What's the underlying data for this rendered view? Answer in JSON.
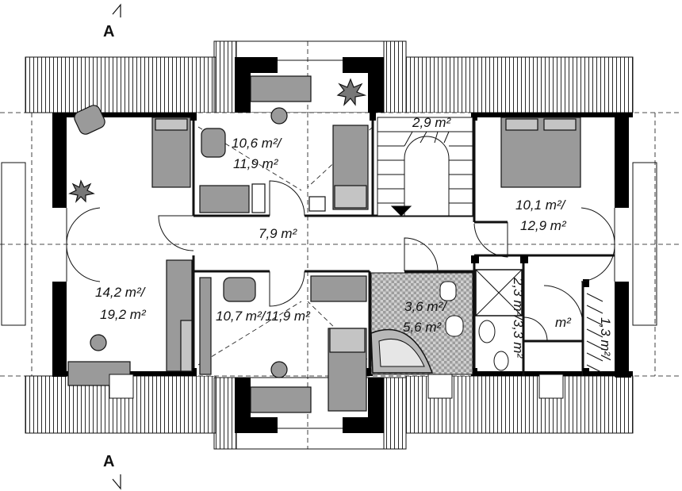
{
  "section_marks": {
    "top": "A",
    "bottom": "A"
  },
  "rooms": [
    {
      "id": "bedroom-nw",
      "label": "",
      "area": ""
    },
    {
      "id": "study-n",
      "label": "10,6 m²/",
      "area": "11,9 m²"
    },
    {
      "id": "stair",
      "label": "2,9 m²",
      "area": ""
    },
    {
      "id": "bedroom-ne",
      "label": "10,1 m²/",
      "area": "12,9 m²"
    },
    {
      "id": "hall",
      "label": "7,9 m²",
      "area": ""
    },
    {
      "id": "bedroom-sw",
      "label": "14,2 m²/",
      "area": "19,2 m²"
    },
    {
      "id": "study-s",
      "label": "10,7 m²/11,9 m²",
      "area": ""
    },
    {
      "id": "bathroom",
      "label": "3,6 m²/",
      "area": "5,6 m²"
    },
    {
      "id": "wc",
      "label": "2,3 m²/3,3 m²",
      "area": ""
    },
    {
      "id": "closet",
      "label": "1,3 m²/",
      "area": "m²"
    }
  ],
  "colors": {
    "wall": "#000000",
    "furniture": "#9a9a9a",
    "tile": "#c8c8c8",
    "floor": "#ffffff"
  }
}
